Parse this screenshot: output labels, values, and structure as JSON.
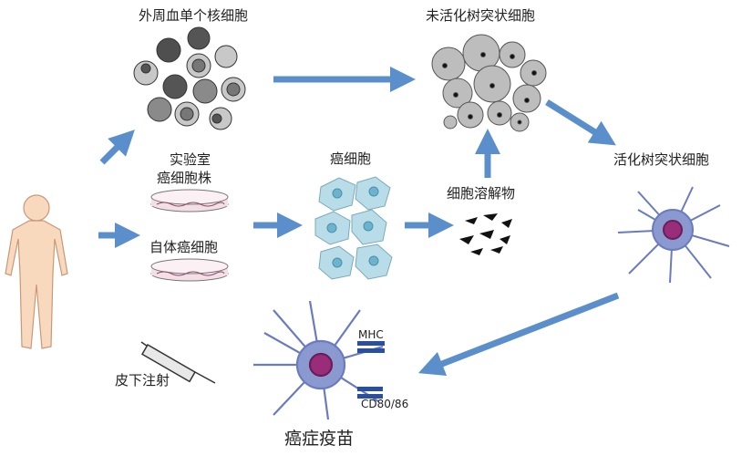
{
  "labels": {
    "pbmc": "外周血单个核细胞",
    "immature_dc": "未活化树突状细胞",
    "lab_line_1": "实验室",
    "lab_line_2": "癌细胞株",
    "autologous": "自体癌细胞",
    "cancer_cells": "癌细胞",
    "lysate": "细胞溶解物",
    "mature_dc": "活化树突状细胞",
    "injection": "皮下注射",
    "mhc": "MHC",
    "cd80_86": "CD80/86",
    "vaccine": "癌症疫苗"
  },
  "colors": {
    "arrow": "#5b8fcc",
    "cell_dark": "#4f4f4f",
    "cell_mid": "#8a8a8a",
    "cell_light": "#c8c8c8",
    "dc_body": "#6a7bbf",
    "dc_nucleus": "#9a2d7a",
    "cancer_cell": "#b8dde8",
    "cancer_nucleus": "#6cb3cf",
    "skin": "#f9d9be"
  },
  "icons": [
    "human-figure-icon",
    "syringe-icon",
    "petri-dish-icon"
  ]
}
